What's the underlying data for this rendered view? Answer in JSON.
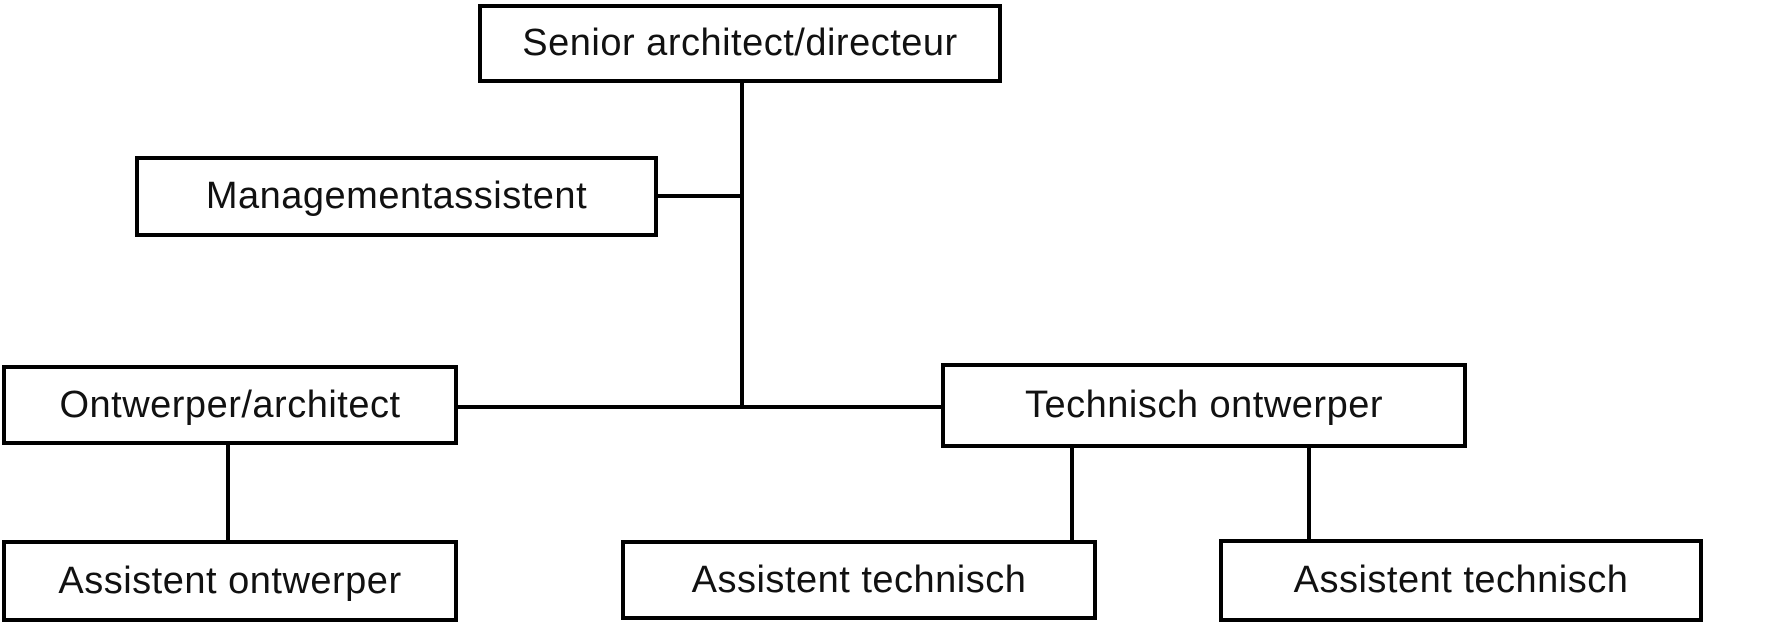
{
  "diagram": {
    "type": "org-chart",
    "language": "nl",
    "background_color": "#ffffff",
    "box_fill_color": "#ffffff",
    "box_border_color": "#000000",
    "line_color": "#000000",
    "text_color": "#111111",
    "nodes": [
      {
        "id": "senior",
        "label": "Senior architect/directeur",
        "level": 1,
        "reports_to": null,
        "relationship": "line"
      },
      {
        "id": "management",
        "label": "Managementassistent",
        "level": 2,
        "reports_to": "senior",
        "relationship": "staff"
      },
      {
        "id": "ontwerper",
        "label": "Ontwerper/architect",
        "level": 3,
        "reports_to": "senior",
        "relationship": "line"
      },
      {
        "id": "technisch",
        "label": "Technisch ontwerper",
        "level": 3,
        "reports_to": "senior",
        "relationship": "line"
      },
      {
        "id": "assistent-ontwerper",
        "label": "Assistent ontwerper",
        "level": 4,
        "reports_to": "ontwerper",
        "relationship": "line"
      },
      {
        "id": "assistent-technisch-1",
        "label": "Assistent technisch",
        "level": 4,
        "reports_to": "technisch",
        "relationship": "line"
      },
      {
        "id": "assistent-technisch-2",
        "label": "Assistent technisch",
        "level": 4,
        "reports_to": "technisch",
        "relationship": "line"
      }
    ]
  }
}
